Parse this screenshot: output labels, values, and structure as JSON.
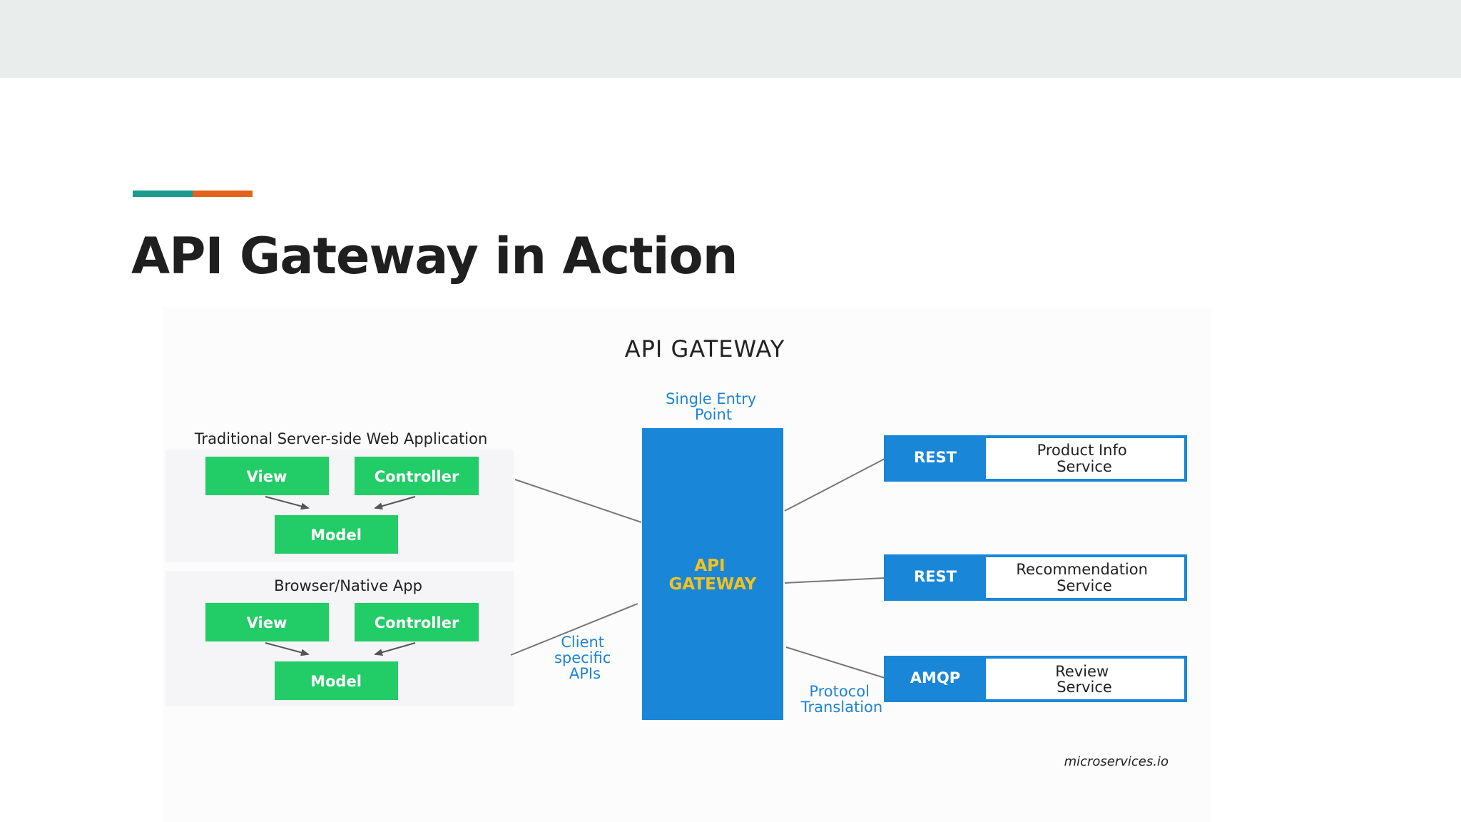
{
  "slide": {
    "title": "API Gateway in Action"
  },
  "colors": {
    "topbar": "#e9eeed",
    "accent_teal": "#1b9a8f",
    "accent_orange": "#e2621b",
    "mvc_green": "#22cc66",
    "gateway_blue": "#1a86d8",
    "gateway_text_gold": "#f4c21b",
    "caption_blue": "#1e83d6"
  },
  "diagram": {
    "heading": "API GATEWAY",
    "entry_caption": [
      "Single Entry",
      "Point"
    ],
    "gateway_label": [
      "API",
      "GATEWAY"
    ],
    "client_group_1": {
      "title": "Traditional Server-side Web Application",
      "view": "View",
      "controller": "Controller",
      "model": "Model"
    },
    "client_group_2": {
      "title": "Browser/Native App",
      "view": "View",
      "controller": "Controller",
      "model": "Model"
    },
    "client_caption": [
      "Client",
      "specific",
      "APIs"
    ],
    "protocol_caption": [
      "Protocol",
      "Translation"
    ],
    "services": [
      {
        "protocol": "REST",
        "name": [
          "Product Info",
          "Service"
        ]
      },
      {
        "protocol": "REST",
        "name": [
          "Recommendation",
          "Service"
        ]
      },
      {
        "protocol": "AMQP",
        "name": [
          "Review",
          "Service"
        ]
      }
    ],
    "source": "microservices.io"
  }
}
